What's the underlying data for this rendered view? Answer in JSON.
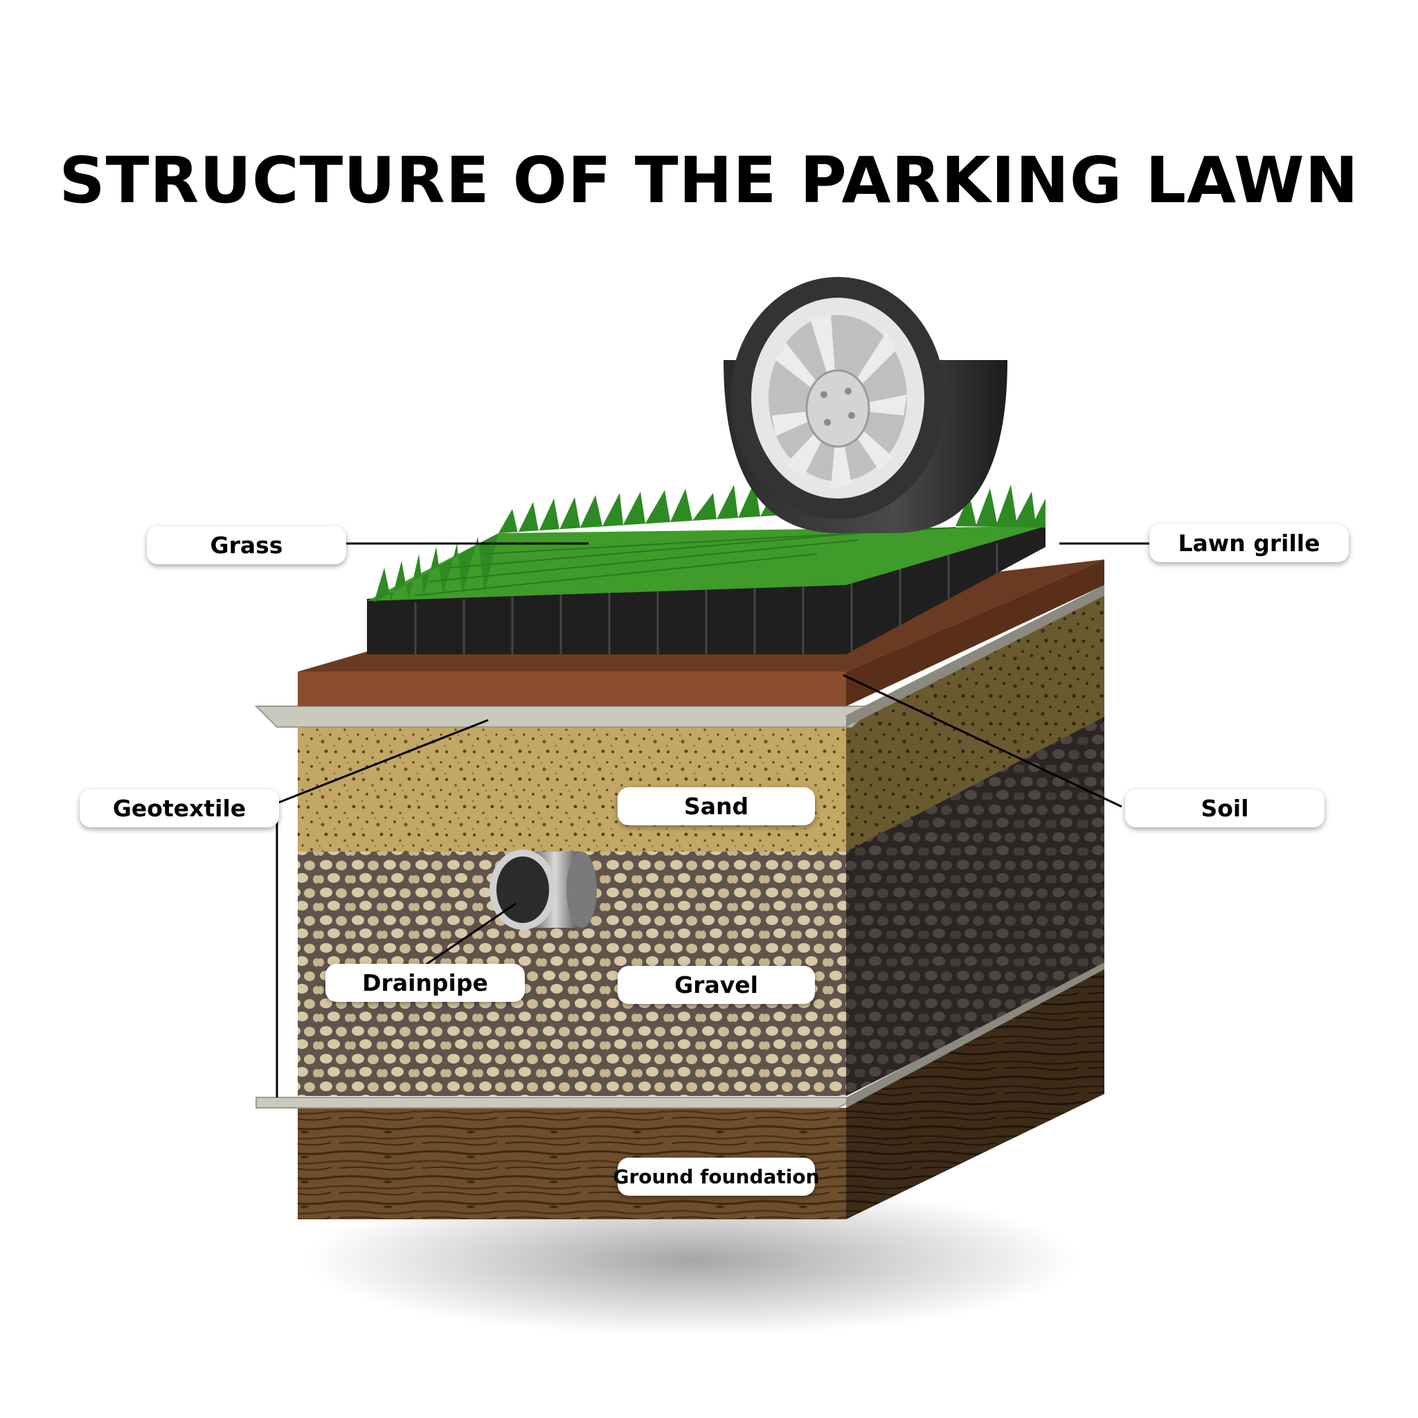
{
  "title": "STRUCTURE OF THE PARKING LAWN",
  "labels": {
    "grass": "Grass",
    "lawn_grille": "Lawn grille",
    "geotextile": "Geotextile",
    "sand": "Sand",
    "soil": "Soil",
    "drainpipe": "Drainpipe",
    "gravel": "Gravel",
    "ground_foundation": "Ground foundation"
  },
  "colors": {
    "grass": "#3a9a2a",
    "grille": "#2a2a2a",
    "soil": "#6b3a22",
    "geotextile": "#c9c9bd",
    "sand": "#b79a55",
    "gravel": "#6e6257",
    "foundation": "#6a4a2a"
  }
}
